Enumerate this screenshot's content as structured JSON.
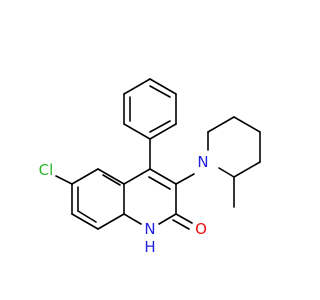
{
  "molecule": {
    "atom_labels": {
      "chlorine": "Cl",
      "nitrogen_ring": "N",
      "nitrogen_amide": "N",
      "amide_hydrogen": "H",
      "carbonyl_oxygen": "O"
    },
    "colors": {
      "bond": "#000000",
      "chlorine": "#2db52d",
      "nitrogen": "#1f1fdd",
      "oxygen": "#ee1111"
    }
  }
}
